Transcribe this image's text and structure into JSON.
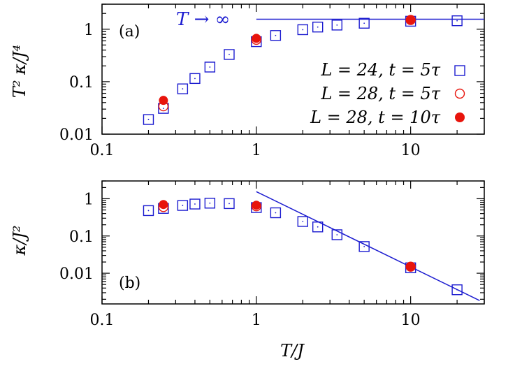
{
  "colors": {
    "blue": "#1c1cd0",
    "red": "#e8140c",
    "axis": "#000000"
  },
  "chart_data": [
    {
      "type": "scatter",
      "panel_label": "(a)",
      "ylabel": "T² κ/J⁴",
      "xlabel": "",
      "xscale": "log",
      "yscale": "log",
      "xlim": [
        0.1,
        30
      ],
      "ylim": [
        0.01,
        3
      ],
      "xticks": [
        0.1,
        1,
        10
      ],
      "xtick_labels": [
        "0.1",
        "1",
        "10"
      ],
      "yticks": [
        0.01,
        0.1,
        1
      ],
      "ytick_labels": [
        "0.01",
        "0.1",
        "1"
      ],
      "annotation": "T → ∞",
      "legend_position": "right",
      "series": [
        {
          "name": "L = 24, t = 5τ",
          "marker": "open-square",
          "color": "#1c1cd0",
          "x": [
            0.2,
            0.25,
            0.333,
            0.4,
            0.5,
            0.667,
            1.0,
            1.333,
            2.0,
            2.5,
            3.333,
            5.0,
            10.0,
            20.0
          ],
          "y": [
            0.019,
            0.031,
            0.073,
            0.115,
            0.19,
            0.33,
            0.58,
            0.76,
            0.98,
            1.1,
            1.2,
            1.3,
            1.42,
            1.45
          ]
        },
        {
          "name": "L = 28, t = 5τ",
          "marker": "open-circle",
          "color": "#e8140c",
          "x": [
            0.25,
            1.0,
            10.0
          ],
          "y": [
            0.034,
            0.63,
            1.5
          ]
        },
        {
          "name": "L = 28, t = 10τ",
          "marker": "filled-circle",
          "color": "#e8140c",
          "x": [
            0.25,
            1.0,
            10.0
          ],
          "y": [
            0.044,
            0.67,
            1.52
          ]
        }
      ],
      "fit_line": {
        "type": "horizontal",
        "y": 1.55,
        "x_from": 1.0,
        "x_to": 30
      }
    },
    {
      "type": "scatter",
      "panel_label": "(b)",
      "ylabel": "κ/J²",
      "xlabel": "T/J",
      "xscale": "log",
      "yscale": "log",
      "xlim": [
        0.1,
        30
      ],
      "ylim": [
        0.0015,
        3
      ],
      "xticks": [
        0.1,
        1,
        10
      ],
      "xtick_labels": [
        "0.1",
        "1",
        "10"
      ],
      "yticks": [
        0.01,
        0.1,
        1
      ],
      "ytick_labels": [
        "0.01",
        "0.1",
        "1"
      ],
      "series": [
        {
          "name": "L = 24, t = 5τ",
          "marker": "open-square",
          "color": "#1c1cd0",
          "x": [
            0.2,
            0.25,
            0.333,
            0.4,
            0.5,
            0.667,
            1.0,
            1.333,
            2.0,
            2.5,
            3.333,
            5.0,
            10.0,
            20.0
          ],
          "y": [
            0.48,
            0.55,
            0.66,
            0.72,
            0.76,
            0.74,
            0.58,
            0.42,
            0.245,
            0.175,
            0.108,
            0.052,
            0.014,
            0.0036
          ]
        },
        {
          "name": "L = 28, t = 5τ",
          "marker": "open-circle",
          "color": "#e8140c",
          "x": [
            0.25,
            1.0,
            10.0
          ],
          "y": [
            0.6,
            0.63,
            0.015
          ]
        },
        {
          "name": "L = 28, t = 10τ",
          "marker": "filled-circle",
          "color": "#e8140c",
          "x": [
            0.25,
            1.0,
            10.0
          ],
          "y": [
            0.7,
            0.67,
            0.0152
          ]
        }
      ],
      "fit_line": {
        "type": "power-law",
        "x_from": 1.0,
        "y_from": 1.55,
        "x_to": 28,
        "y_to": 0.00185
      }
    }
  ]
}
